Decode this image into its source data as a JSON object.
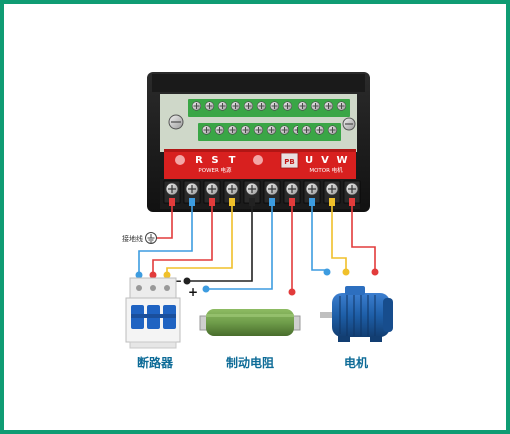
{
  "terminals_top_left": [
    "R",
    "S",
    "T"
  ],
  "terminal_power_label": "POWER 电源",
  "terminal_pb": "PB",
  "terminals_top_right": [
    "U",
    "V",
    "W"
  ],
  "terminal_motor_label": "MOTOR 电机",
  "ground_label": "接地线",
  "minus_sign": "−",
  "plus_sign": "+",
  "captions": {
    "breaker": "断路器",
    "resistor": "制动电阻",
    "motor": "电机"
  },
  "colors": {
    "frame": "#0f9c73",
    "wire_red": "#e23b3b",
    "wire_blue": "#3d9ce0",
    "wire_yellow": "#f0c02a",
    "wire_black": "#222222",
    "board_red": "#d8201f",
    "terminal_green": "#3aa646",
    "motor_blue": "#1e5fa8",
    "resistor_green": "#6f9d4a"
  }
}
